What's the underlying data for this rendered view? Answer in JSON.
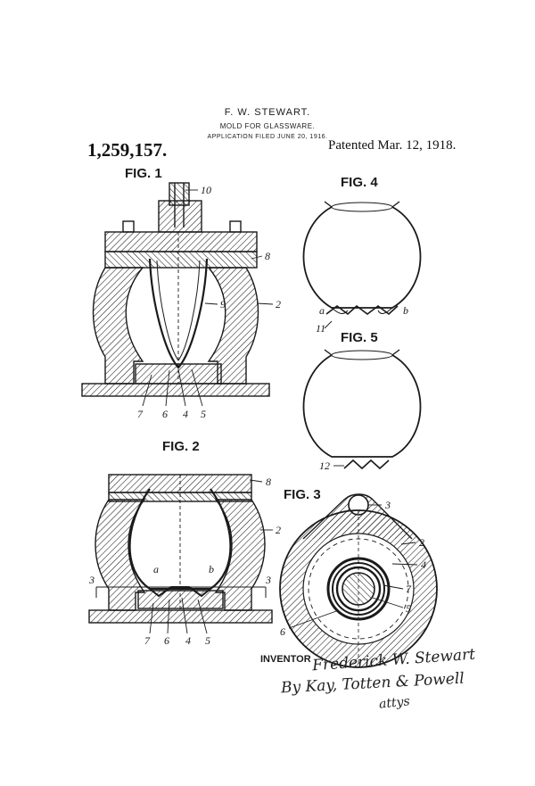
{
  "header": {
    "inventor": "F. W. STEWART.",
    "title": "MOLD FOR GLASSWARE.",
    "application": "APPLICATION FILED JUNE 20, 1916.",
    "patent_number": "1,259,157.",
    "patented": "Patented Mar. 12, 1918."
  },
  "figures": {
    "fig1": {
      "label": "FIG. 1",
      "refs": [
        "10",
        "8",
        "9",
        "2",
        "7",
        "6",
        "4",
        "5"
      ]
    },
    "fig2": {
      "label": "FIG. 2",
      "refs": [
        "8",
        "2",
        "a",
        "b",
        "3",
        "3",
        "7",
        "6",
        "4",
        "5"
      ]
    },
    "fig3": {
      "label": "FIG. 3",
      "refs": [
        "3",
        "2",
        "4",
        "7",
        "5",
        "6"
      ]
    },
    "fig4": {
      "label": "FIG. 4",
      "refs": [
        "a",
        "b",
        "11"
      ]
    },
    "fig5": {
      "label": "FIG. 5",
      "refs": [
        "12"
      ]
    }
  },
  "inventor_block": {
    "label": "INVENTOR",
    "signature": "Frederick W. Stewart",
    "attorneys": "By Kay, Totten & Powell",
    "attys": "attys"
  },
  "colors": {
    "ink": "#1a1a1a",
    "paper": "#ffffff"
  }
}
